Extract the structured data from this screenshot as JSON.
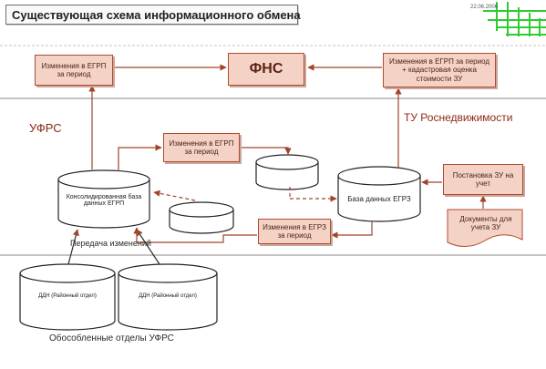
{
  "title": "Существующая схема информационного обмена",
  "date": "22.06.2006",
  "regions": {
    "ufrs": "УФРС",
    "tu": "ТУ Роснедвижимости"
  },
  "boxes": {
    "fns": "ФНС",
    "egrp_changes_top": "Изменения в ЕГРП за период",
    "egrp_changes_cadastral": "Изменения в ЕГРП за период + кадастровая оценка стоимости ЗУ",
    "egrp_changes_mid": "Изменения в ЕГРП за период",
    "egrz_changes": "Изменения в ЕГРЗ за период",
    "zu_registration": "Постановка ЗУ на учет",
    "zu_documents": "Документы для учета ЗУ"
  },
  "databases": {
    "consolidated_egrp": "Консолидированная база данных ЕГРП",
    "egrz": "База данных ЕГРЗ",
    "ddn1": "ДДН (Районный отдел)",
    "ddn2": "ДДН (Районный отдел)"
  },
  "labels": {
    "transfer_changes": "Передача изменений",
    "district_offices": "Обособленные отделы УФРС"
  },
  "colors": {
    "box_fill": "#f4d3c6",
    "box_border": "#b04a2f",
    "arrow": "#a0442a",
    "separator": "#b9b9b9"
  }
}
